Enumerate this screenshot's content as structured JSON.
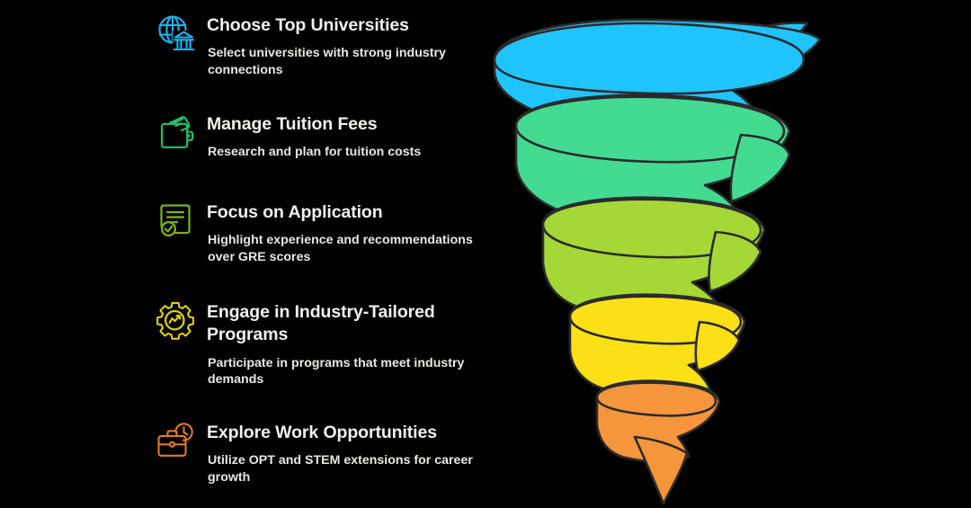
{
  "background_color": "#000000",
  "steps": [
    {
      "index": 1,
      "icon": "globe-university-icon",
      "color": "#17B7F0",
      "title": "Choose Top Universities",
      "description": "Select universities with strong industry connections"
    },
    {
      "index": 2,
      "icon": "wallet-money-icon",
      "color": "#1EC36B",
      "title": "Manage Tuition Fees",
      "description": "Research and plan for tuition costs"
    },
    {
      "index": 3,
      "icon": "document-check-icon",
      "color": "#7DB518",
      "title": "Focus on Application",
      "description": "Highlight experience and recommendations over GRE scores"
    },
    {
      "index": 4,
      "icon": "gear-trend-icon",
      "color": "#E8D400",
      "title": "Engage in Industry-Tailored Programs",
      "description": "Participate in programs that meet industry demands"
    },
    {
      "index": 5,
      "icon": "briefcase-clock-icon",
      "color": "#E07C22",
      "title": "Explore Work Opportunities",
      "description": "Utilize OPT and STEM extensions for career growth"
    }
  ],
  "funnel": {
    "name": "spiral-funnel-graphic",
    "outline_color": "#2b2b2b",
    "bands": [
      {
        "label": "Choose Top Universities",
        "color": "#20C4FC"
      },
      {
        "label": "Manage Tuition Fees",
        "color": "#43DB92"
      },
      {
        "label": "Focus on Application",
        "color": "#A5D837"
      },
      {
        "label": "Engage in Industry-Tailored Programs",
        "color": "#FCE017"
      },
      {
        "label": "Explore Work Opportunities",
        "color": "#F5963C"
      }
    ]
  },
  "text_colors": {
    "title": "#f2f1ec",
    "description": "#e9e8e0"
  }
}
